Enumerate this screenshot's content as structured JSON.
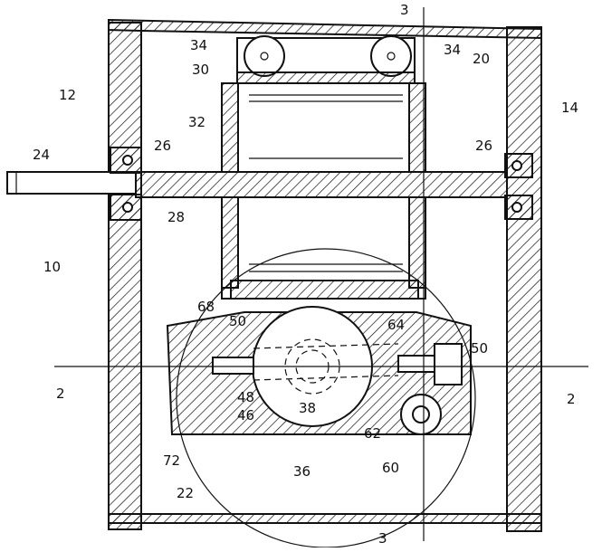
{
  "labels": {
    "l34a": "34",
    "l34b": "34",
    "l20": "20",
    "l30": "30",
    "l12": "12",
    "l14": "14",
    "l32": "32",
    "l24": "24",
    "l26a": "26",
    "l26b": "26",
    "l28": "28",
    "l10": "10",
    "l68": "68",
    "l50a": "50",
    "l50b": "50",
    "l64": "64",
    "l48": "48",
    "l46": "46",
    "l38": "38",
    "l62": "62",
    "l60": "60",
    "l36": "36",
    "l72": "72",
    "l22": "22"
  },
  "section_marks": {
    "top": "3",
    "bottom": "3",
    "left": "2",
    "right": "2"
  }
}
